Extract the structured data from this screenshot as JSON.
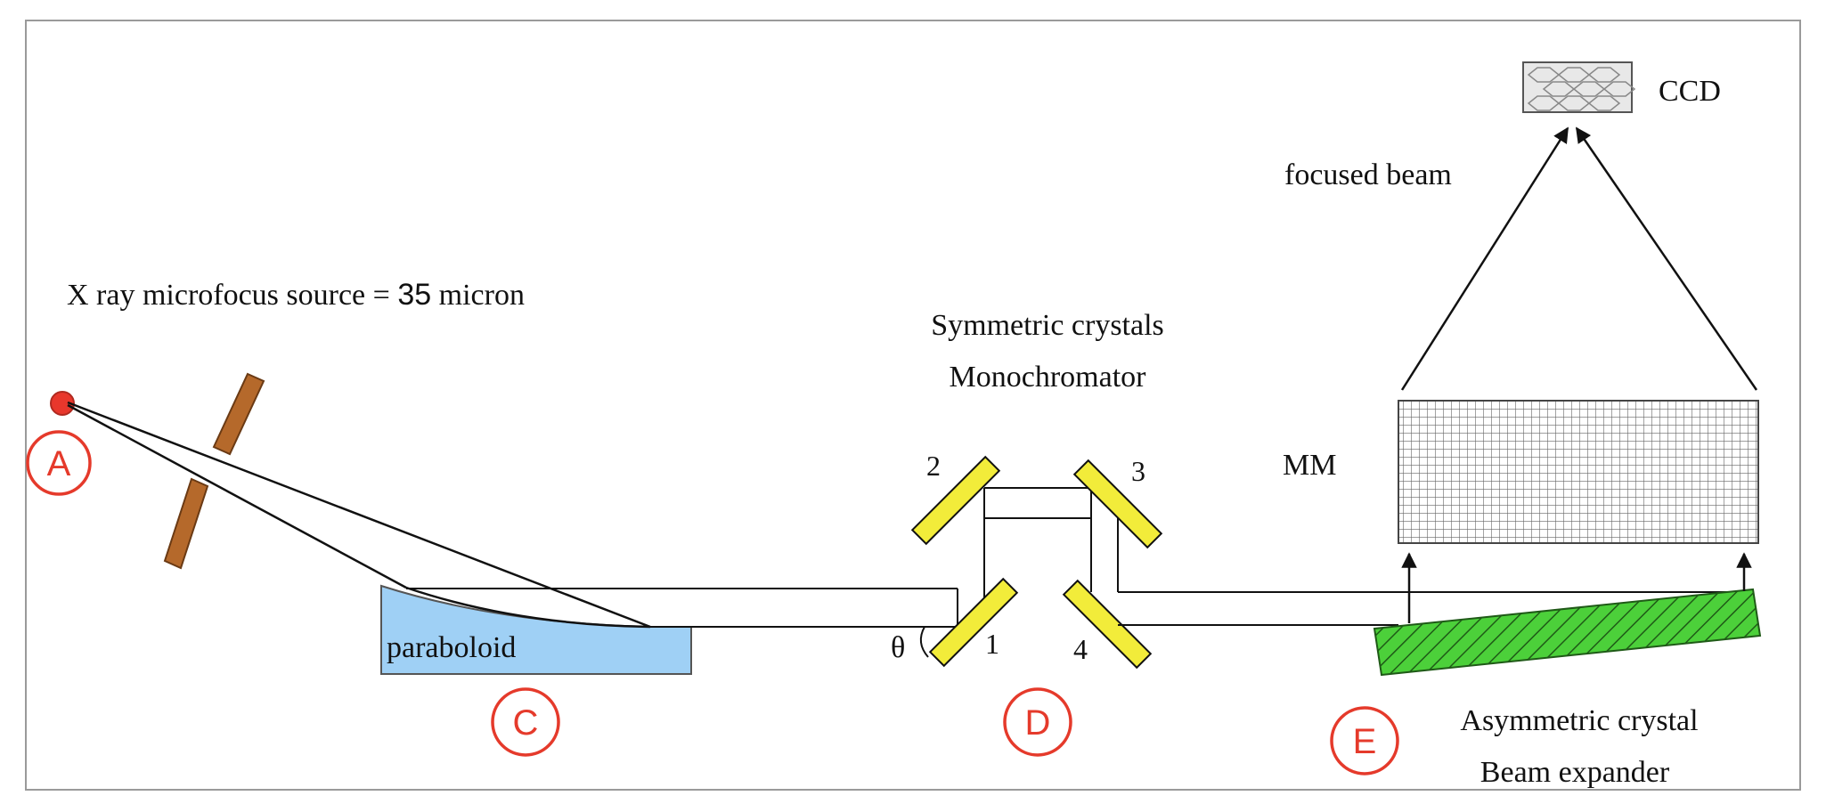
{
  "source_label_prefix": "X ray microfocus source = ",
  "source_label_value": "35",
  "source_label_unit": " micron",
  "paraboloid_label": "paraboloid",
  "mono_title_line1": "Symmetric crystals",
  "mono_title_line2": "Monochromator",
  "crystal_numbers": [
    "2",
    "3",
    "1",
    "4"
  ],
  "theta": "θ",
  "focused_beam": "focused beam",
  "mm_label": "MM",
  "ccd_label": "CCD",
  "expander_line1": "Asymmetric crystal",
  "expander_line2": "Beam expander",
  "markers": {
    "a": "A",
    "c": "C",
    "d": "D",
    "e": "E"
  },
  "colors": {
    "source": "#e8372c",
    "slit": "#b5692b",
    "paraboloid": "#9fd0f5",
    "crystal": "#f2ec3a",
    "expander": "#4cd03a",
    "marker": "#e53a2b"
  }
}
